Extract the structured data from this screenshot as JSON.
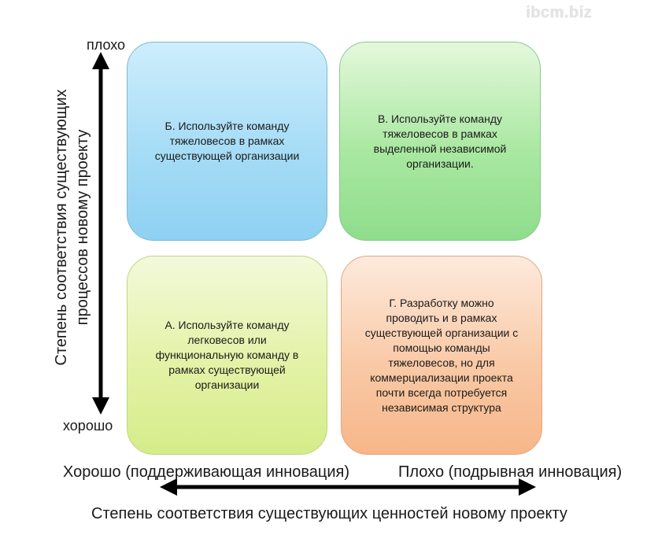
{
  "watermark": "ibcm.biz",
  "quadrants": {
    "top_left": "Б. Используйте команду тяжеловесов в рамках существующей организации",
    "top_right": "В. Используйте команду тяжеловесов в рамках выделенной независимой организации.",
    "bottom_left": "А. Используйте команду легковесов или функциональную команду в рамках существующей организации",
    "bottom_right": "Г. Разработку можно проводить и в рамках существующей организации с помощью команды тяжеловесов, но для коммерциализации проекта почти всегда потребуется независимая структура"
  },
  "y_axis": {
    "title_line1": "Степень соответствия существующих",
    "title_line2": "процессов новому проекту",
    "top_label": "плохо",
    "bottom_label": "хорошо"
  },
  "x_axis": {
    "title": "Степень соответствия существующих ценностей новому проекту",
    "left_label": "Хорошо (поддерживающая инновация)",
    "right_label": "Плохо (подрывная инновация)"
  },
  "colors": {
    "top_left": "#a6dcf6",
    "top_right": "#a9e8a1",
    "bottom_left": "#e3f2a6",
    "bottom_right": "#f9c9a6",
    "arrow": "#000000"
  }
}
